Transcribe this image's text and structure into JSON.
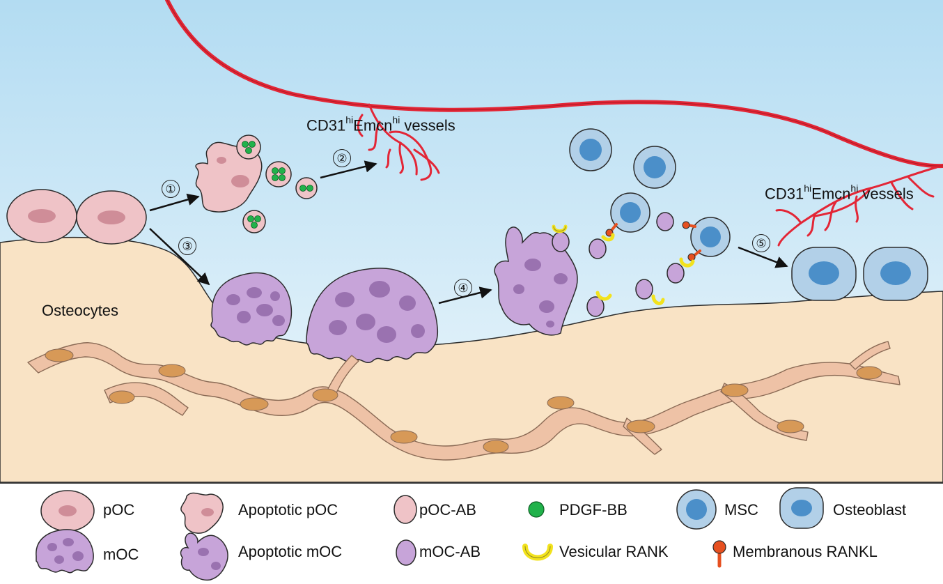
{
  "scene_labels": {
    "vessel_top": {
      "prefix": "CD31",
      "sup1": "hi",
      "mid": "Emcn",
      "sup2": "hi",
      "suffix": " vessels"
    },
    "vessel_right": {
      "prefix": "CD31",
      "sup1": "hi",
      "mid": "Emcn",
      "sup2": "hi",
      "suffix": " vessels"
    },
    "osteocytes": "Osteocytes"
  },
  "steps": [
    "①",
    "②",
    "③",
    "④",
    "⑤"
  ],
  "legend": {
    "poc": "pOC",
    "apoptotic_poc": "Apoptotic pOC",
    "poc_ab": "pOC-AB",
    "pdgf_bb": "PDGF-BB",
    "msc": "MSC",
    "osteoblast": "Osteoblast",
    "moc": "mOC",
    "apoptotic_moc": "Apoptotic mOC",
    "moc_ab": "mOC-AB",
    "vesicular_rank": "Vesicular RANK",
    "membranous_rankl": "Membranous RANKL"
  },
  "colors": {
    "marrow_top": "#b6def3",
    "marrow_bottom": "#e8f4fb",
    "bone": "#f9e3c5",
    "vessel": "#e32636",
    "poc_fill": "#efc3c7",
    "poc_nucleus": "#cf8d98",
    "moc_fill": "#c7a4d9",
    "moc_nucleus": "#9a72b0",
    "msc_fill": "#b2d0e8",
    "msc_nucleus": "#4b8fc9",
    "osteocyte_fill": "#eec2a6",
    "osteocyte_nucleus": "#d79957",
    "pdgf": "#21b24b",
    "rank": "#f2e21d",
    "rankl": "#e65020"
  }
}
